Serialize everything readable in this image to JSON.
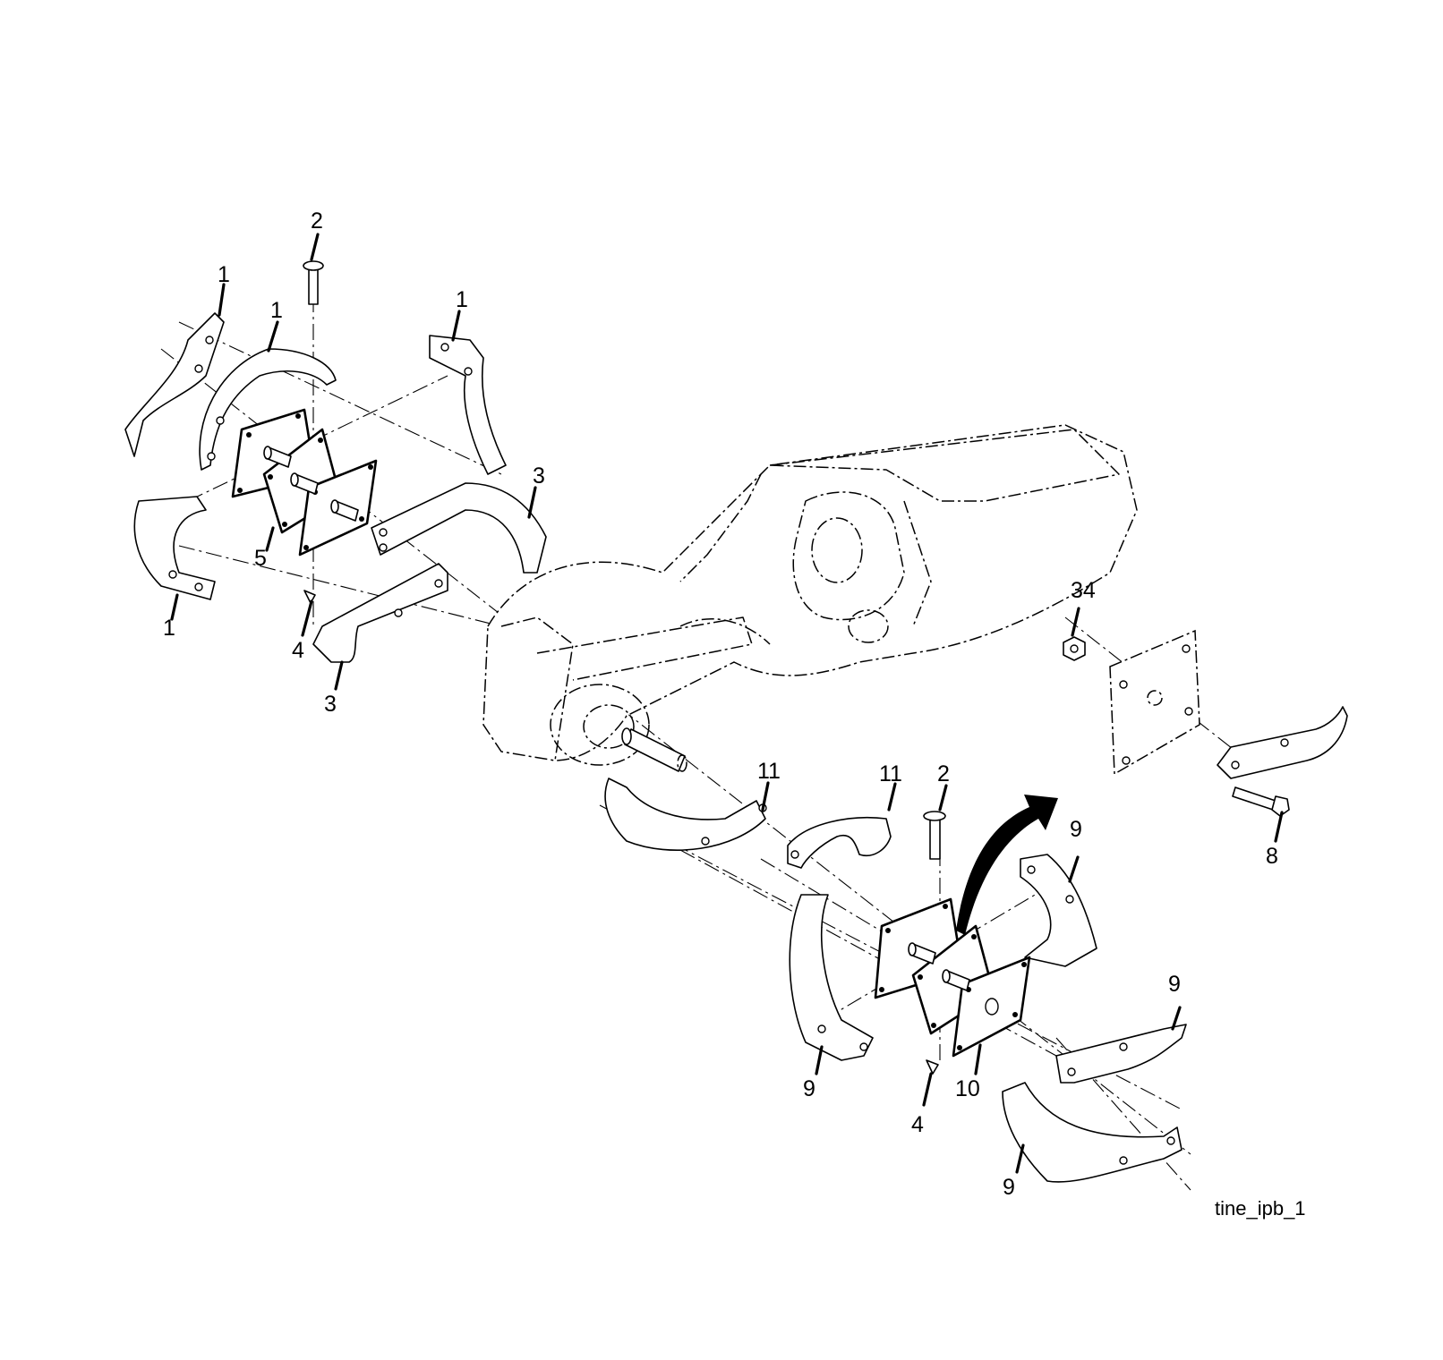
{
  "figure_id": "tine_ipb_1",
  "callouts": [
    {
      "name": "callout-2-top",
      "text": "2"
    },
    {
      "name": "callout-1-a",
      "text": "1"
    },
    {
      "name": "callout-1-b",
      "text": "1"
    },
    {
      "name": "callout-1-c",
      "text": "1"
    },
    {
      "name": "callout-3-a",
      "text": "3"
    },
    {
      "name": "callout-5",
      "text": "5"
    },
    {
      "name": "callout-1-d",
      "text": "1"
    },
    {
      "name": "callout-4-top",
      "text": "4"
    },
    {
      "name": "callout-3-b",
      "text": "3"
    },
    {
      "name": "callout-34",
      "text": "34"
    },
    {
      "name": "callout-11-a",
      "text": "11"
    },
    {
      "name": "callout-11-b",
      "text": "11"
    },
    {
      "name": "callout-2-bottom",
      "text": "2"
    },
    {
      "name": "callout-8",
      "text": "8"
    },
    {
      "name": "callout-9-a",
      "text": "9"
    },
    {
      "name": "callout-9-b",
      "text": "9"
    },
    {
      "name": "callout-9-c",
      "text": "9"
    },
    {
      "name": "callout-10",
      "text": "10"
    },
    {
      "name": "callout-4-bottom",
      "text": "4"
    },
    {
      "name": "callout-9-d",
      "text": "9"
    }
  ]
}
